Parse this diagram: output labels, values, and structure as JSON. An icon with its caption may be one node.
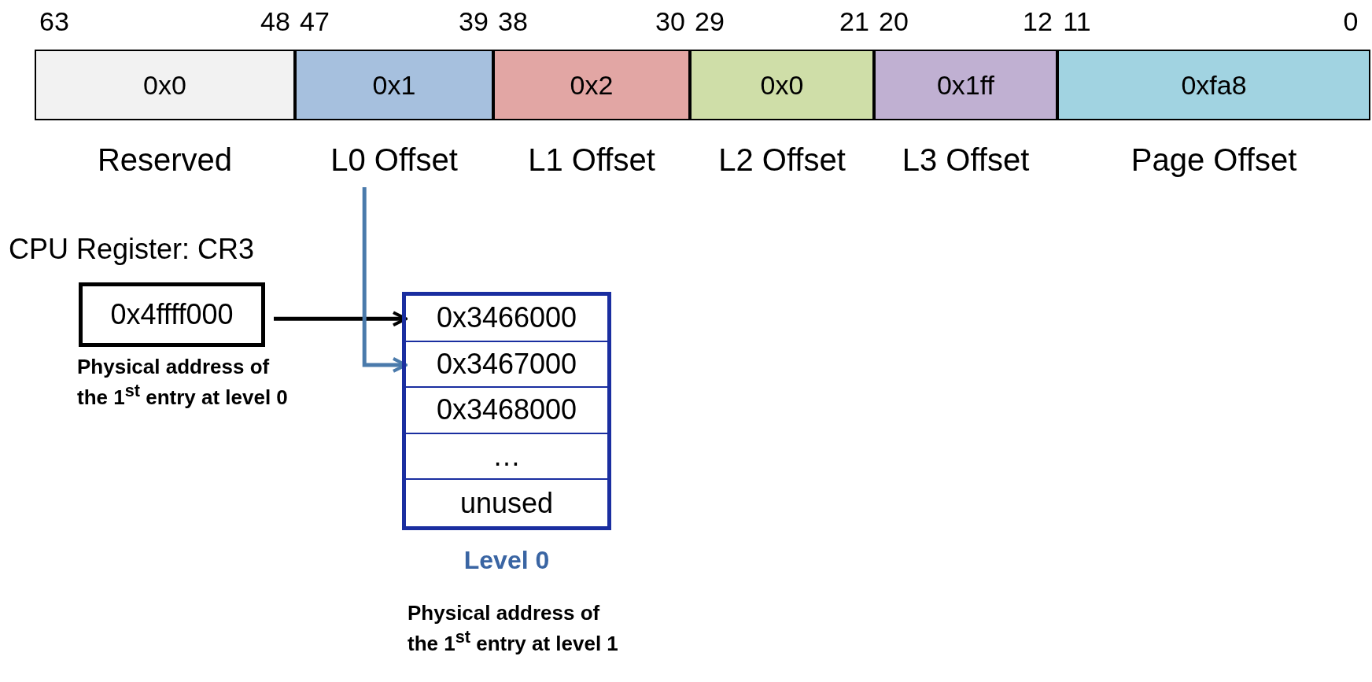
{
  "diagram": {
    "nodes": [
      {
        "text": [
          "0x0",
          "Reserved"
        ],
        "beside": [
          "63",
          "48"
        ]
      },
      {
        "text": [
          "0x1",
          "L0 Offset"
        ],
        "beside": [
          "47",
          "39"
        ]
      },
      {
        "text": [
          "0x2",
          "L1 Offset"
        ],
        "beside": [
          "38",
          "30"
        ]
      },
      {
        "text": [
          "0x0",
          "L2 Offset"
        ],
        "beside": [
          "29",
          "21"
        ]
      },
      {
        "text": [
          "0x1ff",
          "L3 Offset"
        ],
        "beside": [
          "20",
          "12"
        ]
      },
      {
        "text": [
          "0xfa8",
          "Page Offset"
        ],
        "beside": [
          "11",
          "0"
        ]
      },
      {
        "text": [
          "CPU Register: CR3",
          "0x4ffff000"
        ],
        "beside": [
          "Physical address of the 1$^{st}$ entry at level 0"
        ]
      },
      {
        "text": [
          "Level 0"
        ],
        "beside": [
          "Physical address of the 1$^{st}$ entry at level 1"
        ]
      },
      {
        "text": [
          "0x3466000"
        ],
        "in": 7
      },
      {
        "text": [
          "0x3467000"
        ],
        "in": 7
      },
      {
        "text": [
          "0x3468000"
        ],
        "in": 7
      },
      {
        "text": [
          "…"
        ],
        "in": 7
      },
      {
        "text": [
          "unused"
        ],
        "in": 7
      }
    ],
    "edges": [
      {
        "from": 6,
        "to": 8,
        "arrow": "to"
      },
      {
        "from": 1,
        "to": 9,
        "arrow": "to",
        "color": "#4a7aab"
      }
    ]
  }
}
